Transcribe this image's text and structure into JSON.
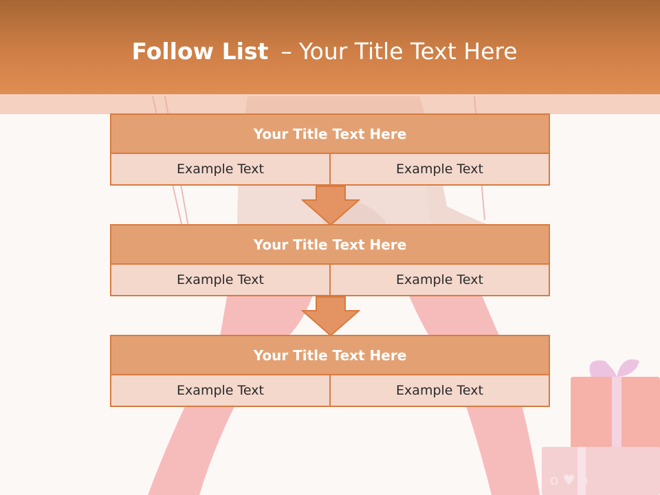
{
  "slide": {
    "title_bold": "Follow List",
    "title_separator": "–",
    "title_rest": "Your Title Text Here"
  },
  "blocks": [
    {
      "title": "Your Title Text Here",
      "left": "Example Text",
      "right": "Example Text"
    },
    {
      "title": "Your Title Text Here",
      "left": "Example Text",
      "right": "Example Text"
    },
    {
      "title": "Your Title Text Here",
      "left": "Example Text",
      "right": "Example Text"
    }
  ],
  "colors": {
    "header": "#cf7f46",
    "block_border": "#d97a3e",
    "block_title_fill": "#e3a173",
    "block_cell_fill": "#f4d8cc",
    "background": "#fcf8f6"
  },
  "icons": [
    "down-arrow-icon",
    "gift-box-icon"
  ]
}
